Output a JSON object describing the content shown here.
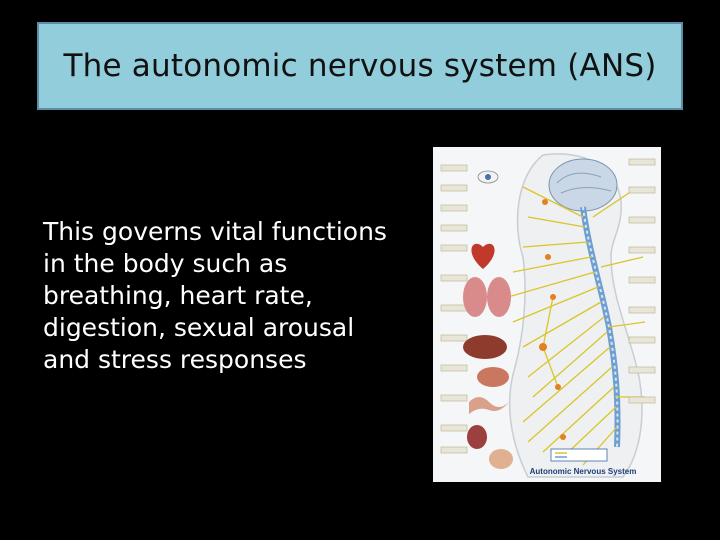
{
  "slide": {
    "title": "The autonomic nervous system (ANS)",
    "body_lines": [
      "This governs vital functions",
      "in the body such as",
      "breathing, heart rate,",
      "digestion, sexual arousal",
      "and stress responses"
    ]
  },
  "figure": {
    "caption": "Autonomic Nervous System",
    "icon": "nervous-system-illustration"
  },
  "colors": {
    "background": "#000000",
    "title_fill": "#92cddc",
    "title_border": "#5b8fa6",
    "body_text": "#ffffff",
    "nerve_yellow": "#d9c62a",
    "spine_blue": "#6f9fd0"
  }
}
